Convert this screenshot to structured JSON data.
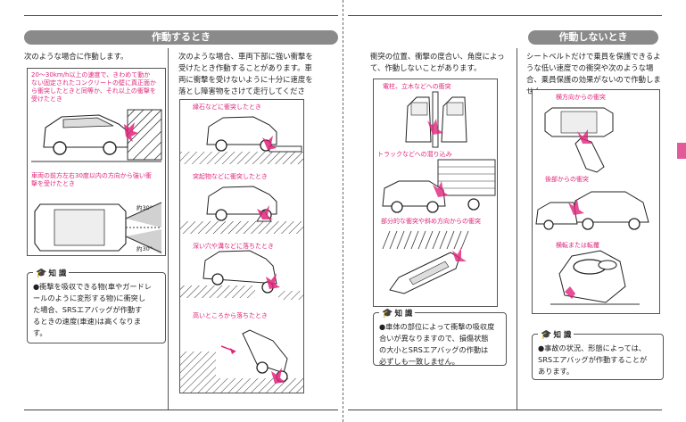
{
  "left_page": {
    "header": "作動するとき",
    "intro_left": "次のような場合に作動します。",
    "intro_right": "次のような場合、車両下部に強い衝撃を受けたとき作動することがあります。車両に衝撃を受けないように十分に速度を落とし障害物をさけて走行してください。",
    "fig1_caption": "20～30km/h以上の速度で、きわめて動かない固定されたコンクリートの壁に真正面から衝突したときと同等か、それ以上の衝撃を受けたとき",
    "fig2_caption": "車両の前方左右30度以内の方向から強い衝撃を受けたとき",
    "angle_label_top": "約30°",
    "angle_label_bottom": "約30°",
    "scenarios": [
      "縁石などに衝突したとき",
      "突起物などに衝突したとき",
      "深い穴や溝などに落ちたとき",
      "高いところから落ちたとき"
    ],
    "note": {
      "title": "知 識",
      "lines": [
        "●衝撃を吸収できる物(車やガードレ",
        "ールのように変形する物)に衝突し",
        "た場合、SRSエアバッグが作動す",
        "るときの速度(車速)は高くなりま",
        "す。"
      ]
    }
  },
  "right_page": {
    "header": "作動しないとき",
    "intro_left": "衝突の位置、衝撃の度合い、角度によって、作動しないことがあります。",
    "intro_right": "シートベルトだけで乗員を保護できるような低い速度での衝突や次のような場合、乗員保護の効果がないので作動しません。",
    "fig_left_captions": [
      "電柱、立木などへの衝突",
      "トラックなどへの潜り込み",
      "部分的な衝突や斜め方向からの衝突"
    ],
    "fig_right_captions": [
      "横方向からの衝突",
      "後部からの衝突",
      "横転または転覆"
    ],
    "note_left": {
      "title": "知 識",
      "lines": [
        "●車体の部位によって衝撃の吸収度",
        "合いが異なりますので、損傷状態",
        "の大小とSRSエアバッグの作動は",
        "必ずしも一致しません。"
      ]
    },
    "note_right": {
      "title": "知 識",
      "lines": [
        "●事故の状況、形態によっては、",
        "SRSエアバッグが作動することが",
        "あります。"
      ]
    }
  },
  "colors": {
    "accent": "#e0237a",
    "banner": "#8a8a8a",
    "tab": "#e35a9a"
  },
  "icons": [
    "graduation-cap-icon"
  ]
}
